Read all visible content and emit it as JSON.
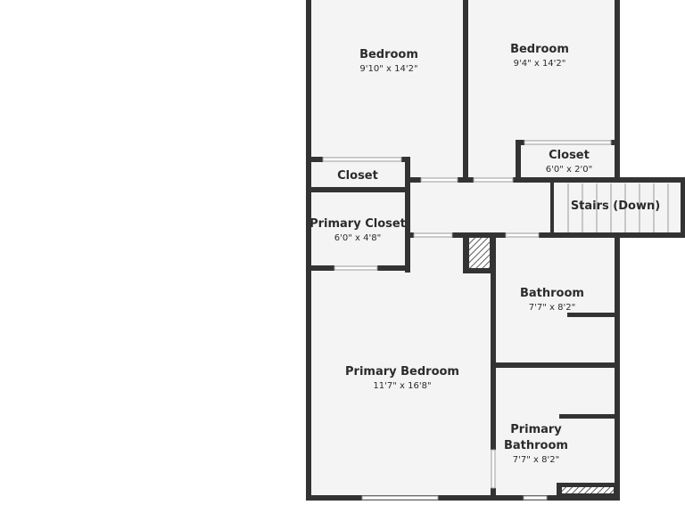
{
  "rooms": {
    "bedroom_1": {
      "name": "Bedroom",
      "dims": "9'10\" x 14'2\""
    },
    "bedroom_2": {
      "name": "Bedroom",
      "dims": "9'4\" x 14'2\""
    },
    "closet_bedroom_2": {
      "name": "Closet",
      "dims": "6'0\" x 2'0\""
    },
    "closet_bedroom_1": {
      "name": "Closet"
    },
    "stairs": {
      "name": "Stairs (Down)"
    },
    "primary_closet": {
      "name": "Primary Closet",
      "dims": "6'0\" x 4'8\""
    },
    "bathroom": {
      "name": "Bathroom",
      "dims": "7'7\" x 8'2\""
    },
    "primary_bedroom": {
      "name": "Primary Bedroom",
      "dims": "11'7\" x 16'8\""
    },
    "primary_bathroom": {
      "name_line1": "Primary",
      "name_line2": "Bathroom",
      "dims": "7'7\" x 8'2\""
    }
  },
  "colors": {
    "wall": "#333333",
    "floor": "#f4f4f4",
    "window": "#9a9a9a"
  }
}
